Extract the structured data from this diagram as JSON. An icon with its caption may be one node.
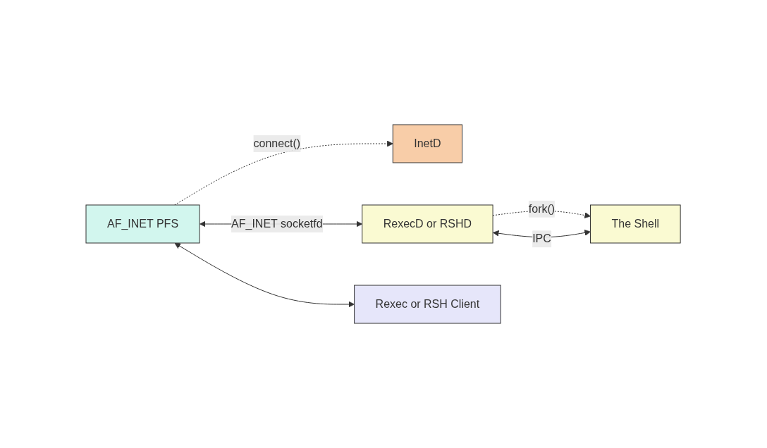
{
  "diagram": {
    "nodes": [
      {
        "text": [
          "InetD"
        ]
      },
      {
        "text": [
          "AF_INET PFS"
        ]
      },
      {
        "text": [
          "RexecD or RSHD"
        ]
      },
      {
        "text": [
          "The Shell"
        ]
      },
      {
        "text": [
          "Rexec or RSH Client"
        ]
      }
    ],
    "edges": [
      {
        "from": 1,
        "to": 0,
        "arrow": "to",
        "label": "connect()",
        "style": "dashed"
      },
      {
        "from": 2,
        "to": 3,
        "arrow": "to",
        "label": "fork()",
        "style": "dashed"
      },
      {
        "from": 2,
        "to": 3,
        "arrow": "both",
        "label": "IPC"
      },
      {
        "from": 1,
        "to": 2,
        "arrow": "both",
        "label": "AF_INET socketfd"
      },
      {
        "from": 1,
        "to": 4,
        "arrow": "both"
      }
    ]
  }
}
